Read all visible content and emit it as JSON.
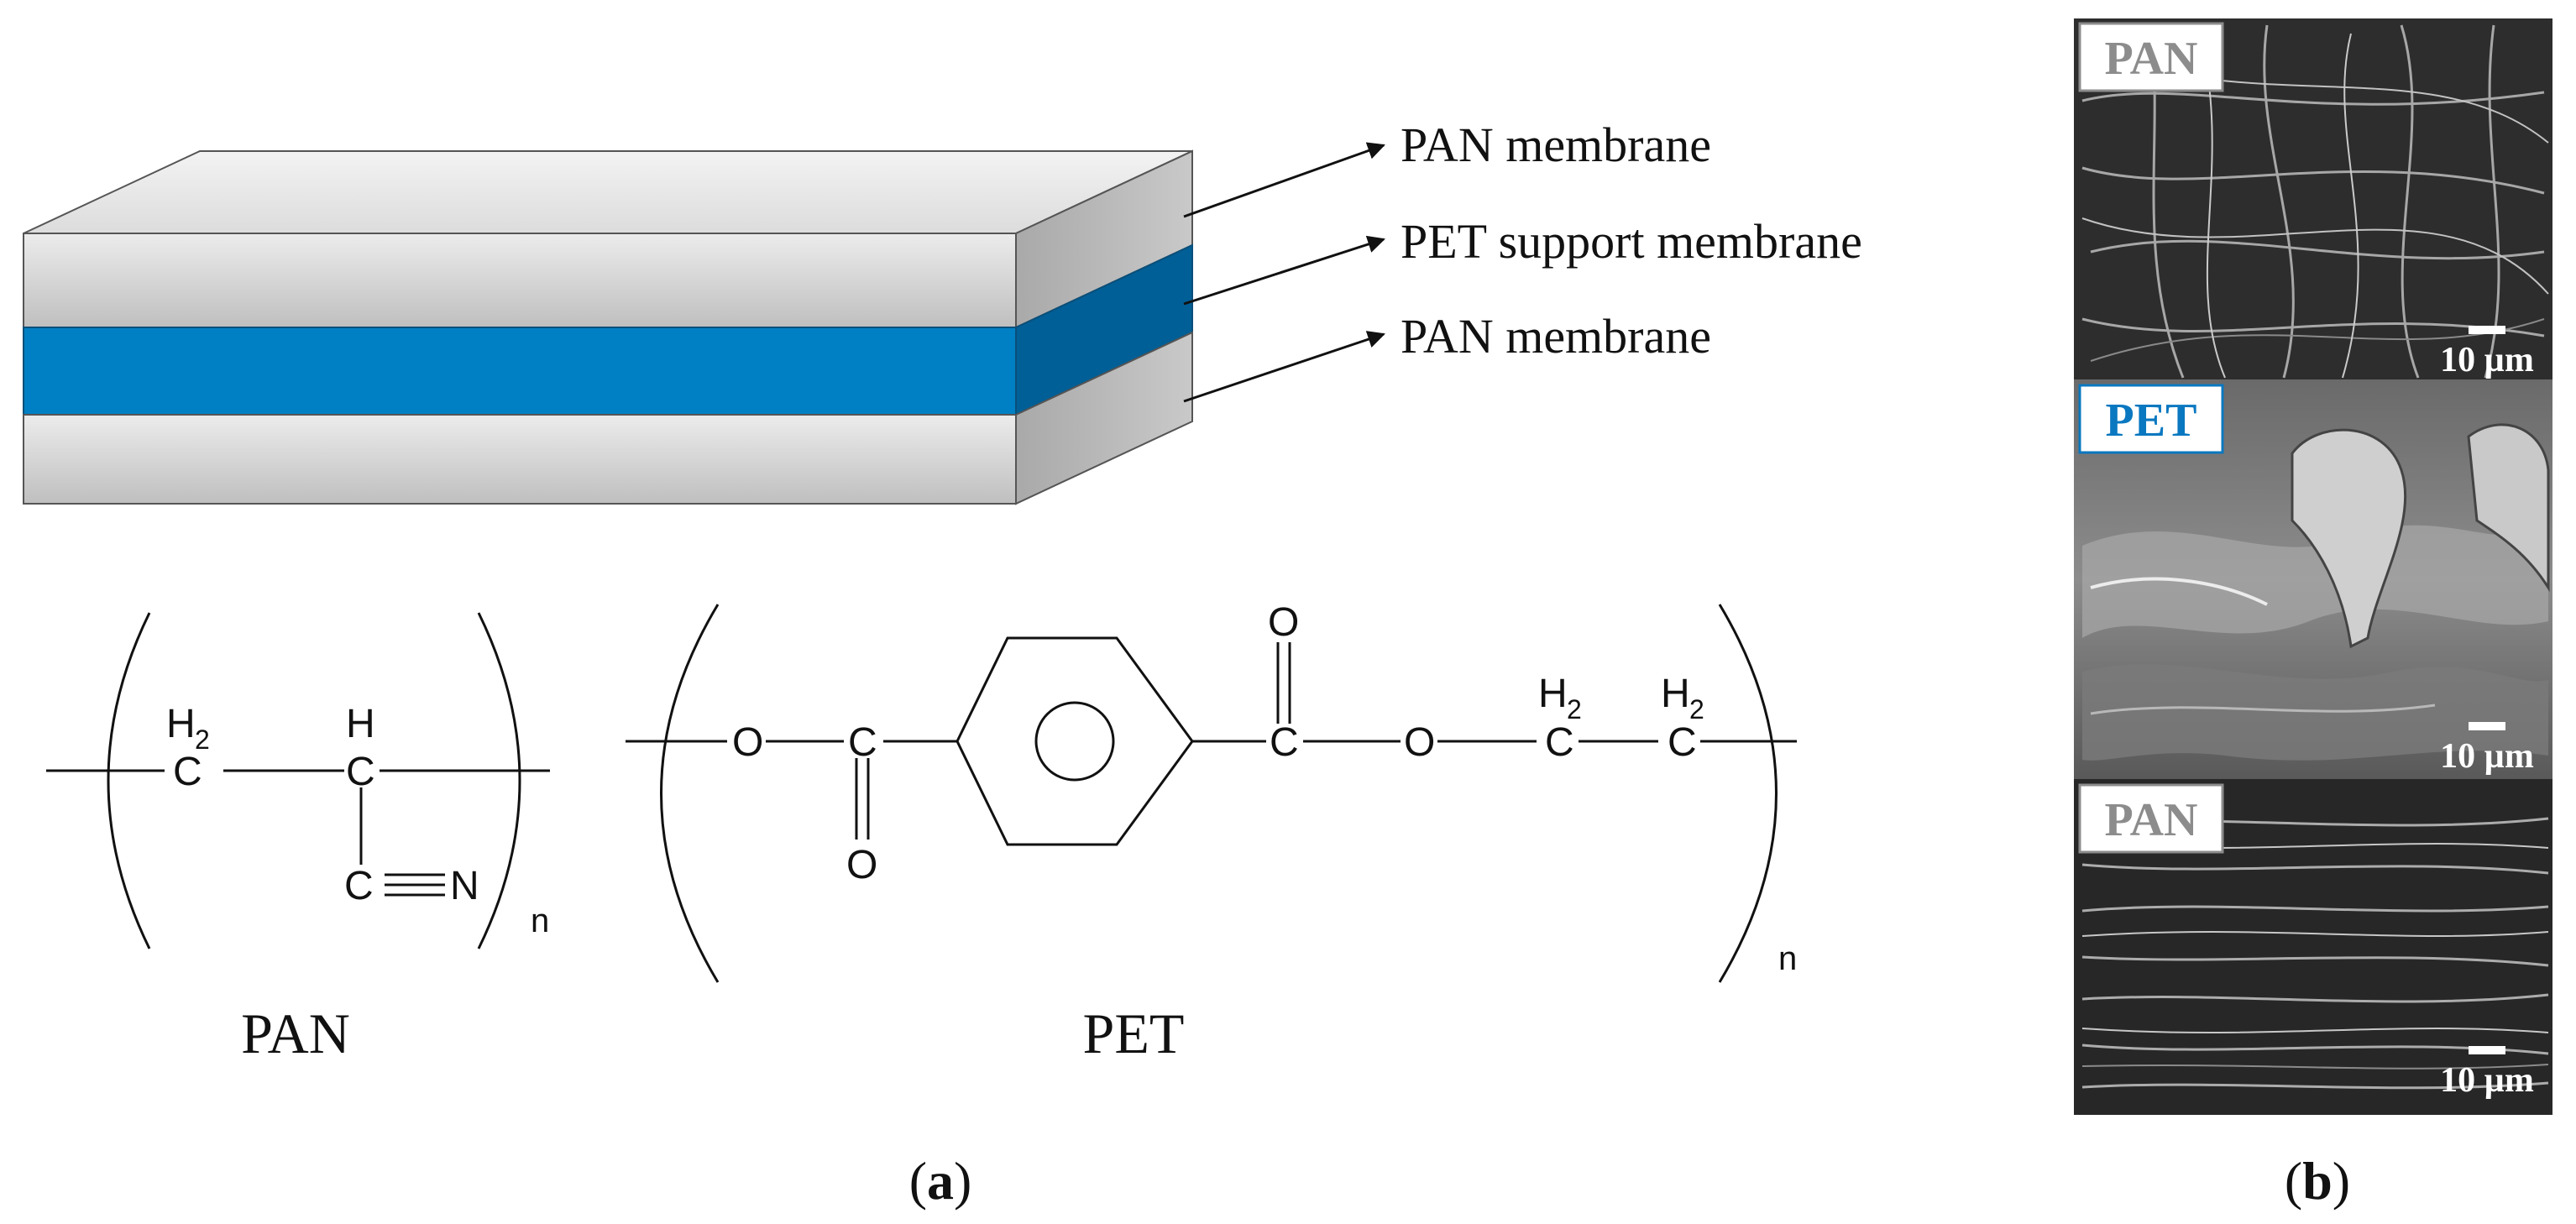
{
  "panel_a": {
    "layer_labels": {
      "top": "PAN membrane",
      "middle": "PET support membrane",
      "bottom": "PAN membrane"
    },
    "structures": {
      "pan": {
        "name": "PAN",
        "atoms": {
          "ch2_h": "H",
          "ch2_sub": "2",
          "ch2_c": "C",
          "ch_h": "H",
          "ch_c": "C",
          "cn_c": "C",
          "cn_n": "N"
        },
        "repeat": "n"
      },
      "pet": {
        "name": "PET",
        "atoms": {
          "o1": "O",
          "c1": "C",
          "o_carbonyl_1": "O",
          "c2": "C",
          "o_carbonyl_2": "O",
          "o2": "O",
          "ch2a_h": "H",
          "ch2a_sub": "2",
          "ch2a_c": "C",
          "ch2b_h": "H",
          "ch2b_sub": "2",
          "ch2b_c": "C"
        },
        "repeat": "n"
      }
    },
    "caption": {
      "open": "(",
      "letter": "a",
      "close": ")"
    },
    "colors": {
      "pet_blue": "#0080C4",
      "pan_grey": "#D2D2D2"
    }
  },
  "panel_b": {
    "sem_images": [
      {
        "label": "PAN",
        "scale": "10 µm",
        "label_color": "#8C8C8C"
      },
      {
        "label": "PET",
        "scale": "10 µm",
        "label_color": "#0A78C0"
      },
      {
        "label": "PAN",
        "scale": "10 µm",
        "label_color": "#8C8C8C"
      }
    ],
    "caption": {
      "open": "(",
      "letter": "b",
      "close": ")"
    }
  }
}
